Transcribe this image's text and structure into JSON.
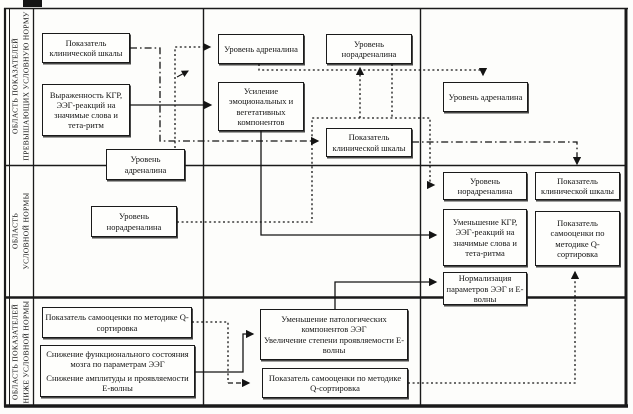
{
  "sidebar": {
    "zones": [
      {
        "line1": "ОБЛАСТЬ ПОКАЗАТЕЛЕЙ",
        "line2": "ПРЕВЫШАЮЩИХ УСЛОВНУЮ НОРМУ"
      },
      {
        "line1": "ОБЛАСТЬ",
        "line2": "УСЛОВНОЙ НОРМЫ"
      },
      {
        "line1": "ОБЛАСТЬ ПОКАЗАТЕЛЕЙ",
        "line2": "НИЖЕ УСЛОВНОЙ НОРМЫ"
      }
    ]
  },
  "boxes": {
    "clinical_scale_top": "Показатель клинической шкалы",
    "kgr_expression": "Выраженность КГР, ЭЭГ-реакций на значимые слова и тета-ритм",
    "adrenaline_center": "Уровень адреналина",
    "noradrenaline_center": "Уровень норадреналина",
    "emotional_boost": "Усиление эмоциональных и вегетативных компонентов",
    "clinical_scale_center": "Показатель клинической шкалы",
    "adrenaline_right": "Уровень адреналина",
    "adrenaline_border": "Уровень адреналина",
    "noradrenaline_left": "Уровень норадреналина",
    "noradrenaline_right": "Уровень норадреналина",
    "clinical_scale_right": "Показатель клинической шкалы",
    "kgr_decrease": "Уменьшение КГР, ЭЭГ-реакций на значимые слова и тета-ритма",
    "q_sort_right": "Показатель самооценки по методике Q-сортировка",
    "normalization": "Нормализация параметров ЭЭГ и Е-волны",
    "q_sort_bottom_left": "Показатель самооценки по методике Q-сортировка",
    "brain_decline_1": "Снижение функционального состояния мозга по параметрам ЭЭГ",
    "brain_decline_2": "Снижение амплитуды и проявляемости Е-волны",
    "pathological_decrease_1": "Уменьшение патологических компонентов ЭЭГ",
    "pathological_decrease_2": "Увеличение степени проявляемости Е-волны",
    "q_sort_bottom_center": "Показатель самооценки по методике Q-сортировка"
  }
}
